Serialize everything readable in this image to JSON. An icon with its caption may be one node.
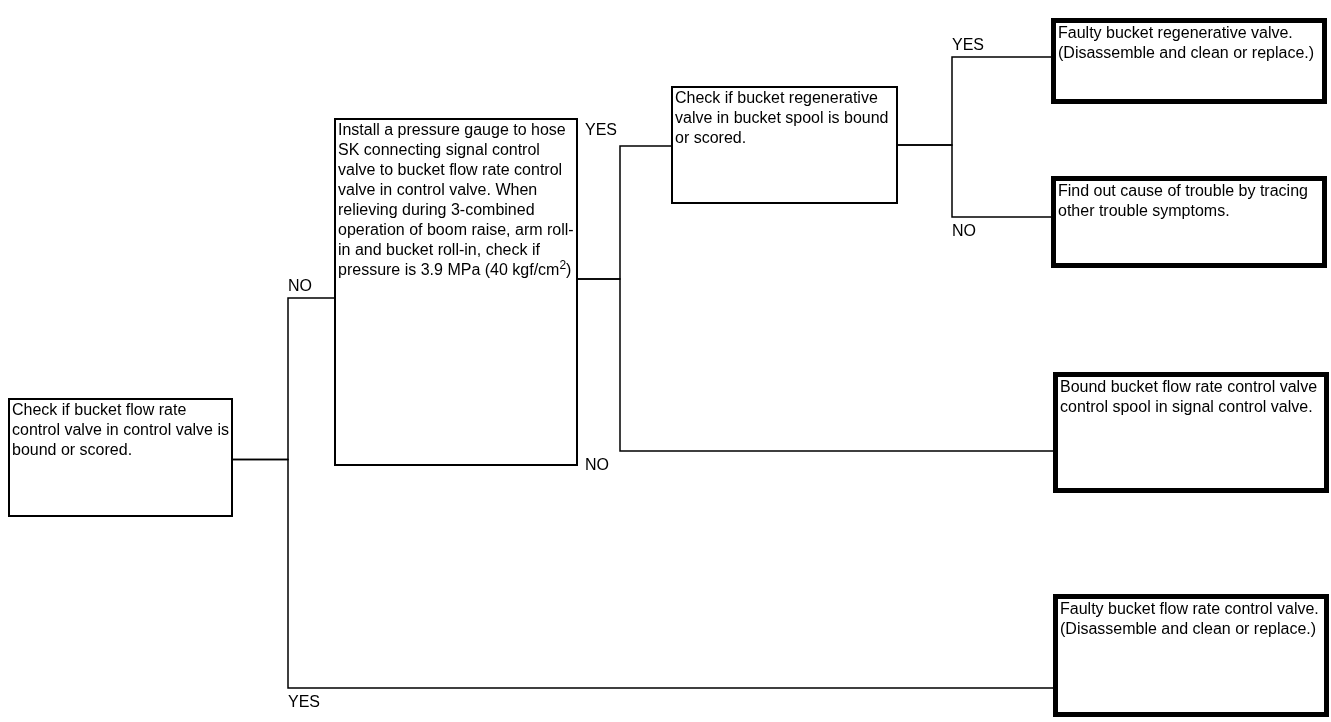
{
  "diagram": {
    "nodes": [
      {
        "text": [
          "Check if bucket flow rate control valve in control valve is bound or scored."
        ]
      },
      {
        "text": [
          "Install a pressure gauge to hose SK connecting signal control valve to bucket flow rate control valve in control valve. When relieving during 3-combined operation of boom raise, arm roll-in and bucket roll-in, check if pressure is 3.9 MPa (40 kgf/cm$^{2}$)"
        ]
      },
      {
        "text": [
          "Check if bucket regenerative valve in bucket spool is bound or scored."
        ]
      },
      {
        "text": [
          "Faulty bucket regenerative valve. (Disassemble and clean or replace.)"
        ]
      },
      {
        "text": [
          "Find out cause of trouble by tracing other trouble symptoms."
        ]
      },
      {
        "text": [
          "Bound bucket flow rate control valve control spool in signal control valve."
        ]
      },
      {
        "text": [
          "Faulty bucket flow rate control valve. (Disassemble and clean or replace.)"
        ]
      }
    ],
    "edges": [
      {
        "from": 0,
        "to": 1,
        "arrow": "none",
        "label": "NO"
      },
      {
        "from": 0,
        "to": 6,
        "arrow": "none",
        "label": "YES"
      },
      {
        "from": 1,
        "to": 2,
        "arrow": "none",
        "label": "YES"
      },
      {
        "from": 1,
        "to": 5,
        "arrow": "none",
        "label": "NO"
      },
      {
        "from": 2,
        "to": 3,
        "arrow": "none",
        "label": "YES"
      },
      {
        "from": 2,
        "to": 4,
        "arrow": "none",
        "label": "NO"
      }
    ]
  }
}
